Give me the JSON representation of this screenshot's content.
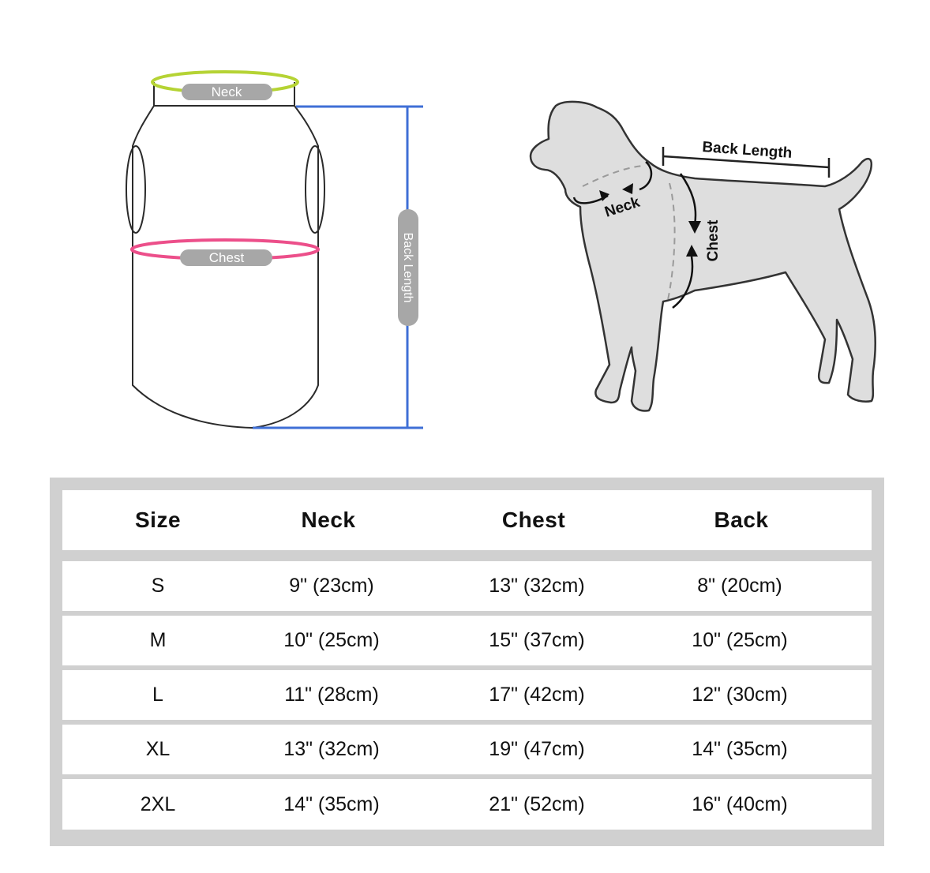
{
  "garment_diagram": {
    "neck_label": "Neck",
    "chest_label": "Chest",
    "back_length_label": "Back Length",
    "colors": {
      "neck_ring": "#b5d334",
      "chest_ring": "#ec4f8a",
      "back_bracket": "#3f6fd6",
      "pill": "#a7a7a7"
    }
  },
  "dog_diagram": {
    "back_length_label": "Back Length",
    "neck_label": "Neck",
    "chest_label": "Chest",
    "colors": {
      "body_fill": "#dedede",
      "outline": "#333333"
    }
  },
  "size_table": {
    "columns": [
      "Size",
      "Neck",
      "Chest",
      "Back"
    ],
    "rows": [
      [
        "S",
        "9\" (23cm)",
        "13\" (32cm)",
        "8\" (20cm)"
      ],
      [
        "M",
        "10\" (25cm)",
        "15\" (37cm)",
        "10\" (25cm)"
      ],
      [
        "L",
        "11\" (28cm)",
        "17\" (42cm)",
        "12\" (30cm)"
      ],
      [
        "XL",
        "13\" (32cm)",
        "19\" (47cm)",
        "14\" (35cm)"
      ],
      [
        "2XL",
        "14\" (35cm)",
        "21\" (52cm)",
        "16\" (40cm)"
      ]
    ],
    "frame_color": "#d0d0d0"
  }
}
